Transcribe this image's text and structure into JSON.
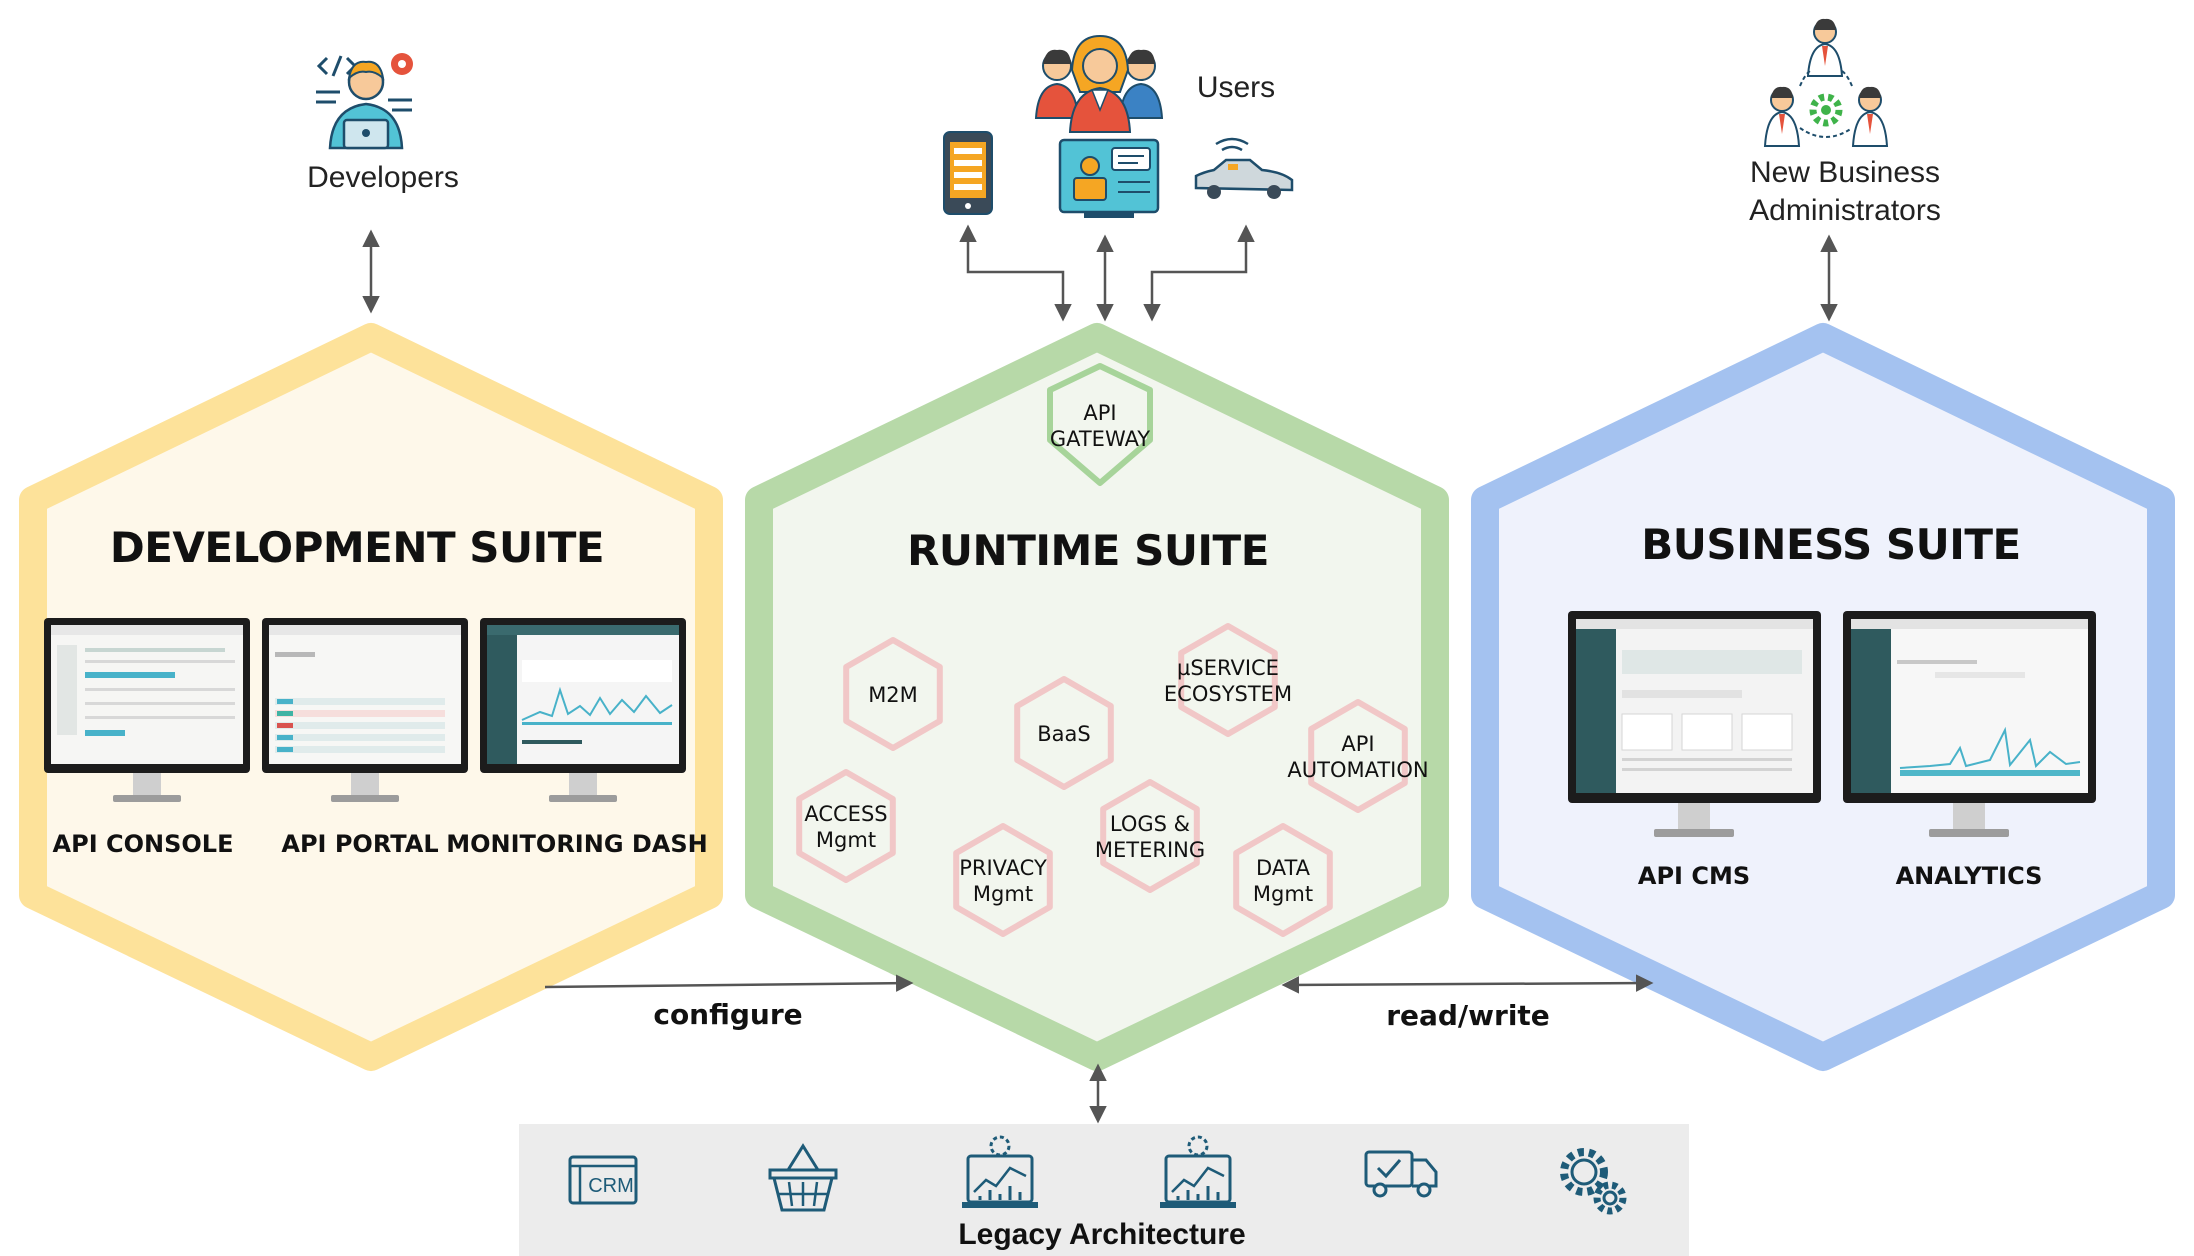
{
  "actors": {
    "developers": "Developers",
    "users": "Users",
    "business_admins_line1": "New Business",
    "business_admins_line2": "Administrators"
  },
  "suites": {
    "development": {
      "title": "DEVELOPMENT SUITE",
      "tools": [
        "API CONSOLE",
        "API PORTAL",
        "MONITORING DASH"
      ]
    },
    "runtime": {
      "title": "RUNTIME SUITE",
      "gateway": [
        "API",
        "GATEWAY"
      ],
      "modules": [
        {
          "lines": [
            "M2M"
          ]
        },
        {
          "lines": [
            "BaaS"
          ]
        },
        {
          "lines": [
            "µSERVICE",
            "ECOSYSTEM"
          ]
        },
        {
          "lines": [
            "API",
            "AUTOMATION"
          ]
        },
        {
          "lines": [
            "ACCESS",
            "Mgmt"
          ]
        },
        {
          "lines": [
            "PRIVACY",
            "Mgmt"
          ]
        },
        {
          "lines": [
            "LOGS &",
            "METERING"
          ]
        },
        {
          "lines": [
            "DATA",
            "Mgmt"
          ]
        }
      ]
    },
    "business": {
      "title": "BUSINESS SUITE",
      "tools": [
        "API CMS",
        "ANALYTICS"
      ]
    }
  },
  "connections": {
    "configure": "configure",
    "read_write": "read/write"
  },
  "legacy": {
    "title": "Legacy Architecture",
    "crm_label": "CRM",
    "icons": [
      "crm-icon",
      "shopping-basket-icon",
      "industry-chart-icon",
      "industry-chart-icon",
      "delivery-truck-icon",
      "gears-icon"
    ]
  },
  "colors": {
    "dev_border": "#fde29a",
    "dev_fill": "#fef8ea",
    "runtime_border": "#b7d9a8",
    "runtime_fill": "#f2f6ee",
    "business_border": "#a4c2f0",
    "business_fill": "#eff2fc",
    "gateway_border": "#a7d49a",
    "module_border": "#f1c7c7",
    "legacy_bg": "#ececec",
    "icon_teal": "#1e5b78"
  }
}
